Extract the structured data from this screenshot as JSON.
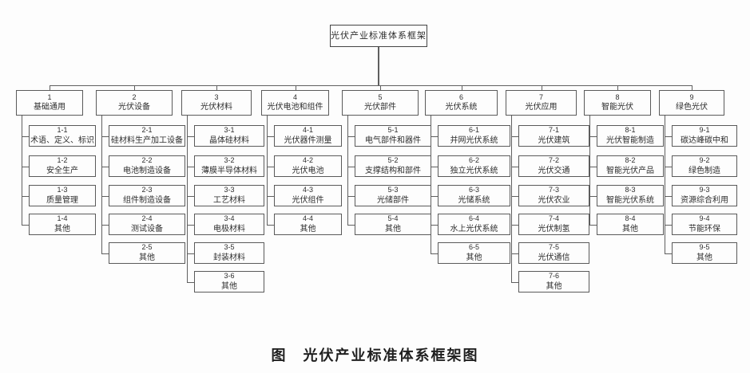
{
  "root": {
    "label": "光伏产业标准体系框架"
  },
  "caption": {
    "prefix": "图",
    "title": "光伏产业标准体系框架图"
  },
  "colors": {
    "border": "#5a5a5a",
    "line": "#5f5f5f",
    "text": "#2e2e2e",
    "background": "#fdfdfd"
  },
  "columns": [
    {
      "id": "1",
      "label": "基础通用",
      "children": [
        {
          "id": "1-1",
          "label": "术语、定义、标识"
        },
        {
          "id": "1-2",
          "label": "安全生产"
        },
        {
          "id": "1-3",
          "label": "质量管理"
        },
        {
          "id": "1-4",
          "label": "其他"
        }
      ]
    },
    {
      "id": "2",
      "label": "光伏设备",
      "children": [
        {
          "id": "2-1",
          "label": "硅材料生产加工设备"
        },
        {
          "id": "2-2",
          "label": "电池制造设备"
        },
        {
          "id": "2-3",
          "label": "组件制造设备"
        },
        {
          "id": "2-4",
          "label": "测试设备"
        },
        {
          "id": "2-5",
          "label": "其他"
        }
      ]
    },
    {
      "id": "3",
      "label": "光伏材料",
      "children": [
        {
          "id": "3-1",
          "label": "晶体硅材料"
        },
        {
          "id": "3-2",
          "label": "薄膜半导体材料"
        },
        {
          "id": "3-3",
          "label": "工艺材料"
        },
        {
          "id": "3-4",
          "label": "电极材料"
        },
        {
          "id": "3-5",
          "label": "封装材料"
        },
        {
          "id": "3-6",
          "label": "其他"
        }
      ]
    },
    {
      "id": "4",
      "label": "光伏电池和组件",
      "children": [
        {
          "id": "4-1",
          "label": "光伏器件测量"
        },
        {
          "id": "4-2",
          "label": "光伏电池"
        },
        {
          "id": "4-3",
          "label": "光伏组件"
        },
        {
          "id": "4-4",
          "label": "其他"
        }
      ]
    },
    {
      "id": "5",
      "label": "光伏部件",
      "children": [
        {
          "id": "5-1",
          "label": "电气部件和器件"
        },
        {
          "id": "5-2",
          "label": "支撑结构和部件"
        },
        {
          "id": "5-3",
          "label": "光储部件"
        },
        {
          "id": "5-4",
          "label": "其他"
        }
      ]
    },
    {
      "id": "6",
      "label": "光伏系统",
      "children": [
        {
          "id": "6-1",
          "label": "并网光伏系统"
        },
        {
          "id": "6-2",
          "label": "独立光伏系统"
        },
        {
          "id": "6-3",
          "label": "光储系统"
        },
        {
          "id": "6-4",
          "label": "水上光伏系统"
        },
        {
          "id": "6-5",
          "label": "其他"
        }
      ]
    },
    {
      "id": "7",
      "label": "光伏应用",
      "children": [
        {
          "id": "7-1",
          "label": "光伏建筑"
        },
        {
          "id": "7-2",
          "label": "光伏交通"
        },
        {
          "id": "7-3",
          "label": "光伏农业"
        },
        {
          "id": "7-4",
          "label": "光伏制氢"
        },
        {
          "id": "7-5",
          "label": "光伏通信"
        },
        {
          "id": "7-6",
          "label": "其他"
        }
      ]
    },
    {
      "id": "8",
      "label": "智能光伏",
      "children": [
        {
          "id": "8-1",
          "label": "光伏智能制造"
        },
        {
          "id": "8-2",
          "label": "智能光伏产品"
        },
        {
          "id": "8-3",
          "label": "智能光伏系统"
        },
        {
          "id": "8-4",
          "label": "其他"
        }
      ]
    },
    {
      "id": "9",
      "label": "绿色光伏",
      "children": [
        {
          "id": "9-1",
          "label": "碳达峰碳中和"
        },
        {
          "id": "9-2",
          "label": "绿色制造"
        },
        {
          "id": "9-3",
          "label": "资源综合利用"
        },
        {
          "id": "9-4",
          "label": "节能环保"
        },
        {
          "id": "9-5",
          "label": "其他"
        }
      ]
    }
  ]
}
